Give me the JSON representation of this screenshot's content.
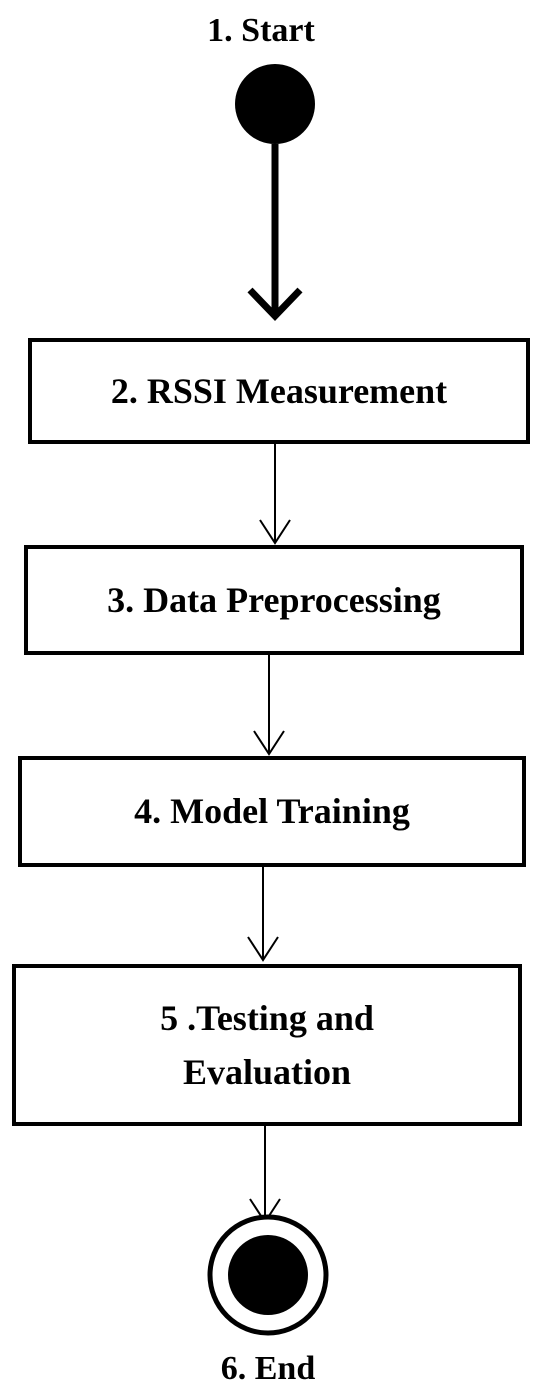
{
  "diagram": {
    "start": {
      "label": "1. Start"
    },
    "steps": [
      {
        "label": "2. RSSI Measurement"
      },
      {
        "label": "3. Data Preprocessing"
      },
      {
        "label": "4. Model Training"
      },
      {
        "label_line1": "5 .Testing and",
        "label_line2": "Evaluation"
      }
    ],
    "end": {
      "label": "6. End"
    },
    "colors": {
      "stroke": "#000000",
      "fill": "#000000",
      "background": "#ffffff"
    }
  }
}
